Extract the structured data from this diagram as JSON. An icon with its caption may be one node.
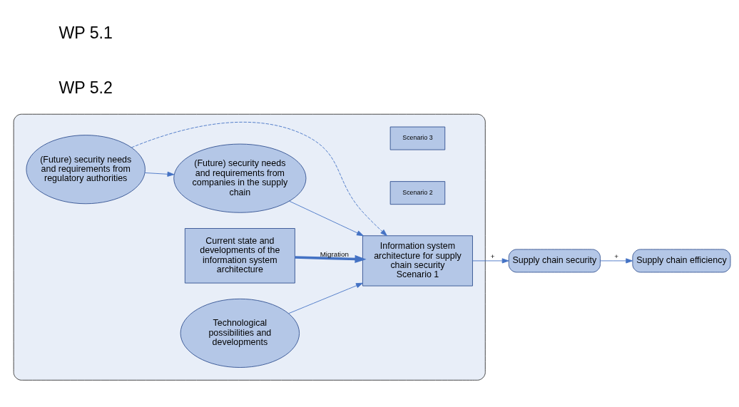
{
  "diagram": {
    "nodes": [
      {
        "text": [],
        "shape": "box"
      },
      {
        "text": [
          "(Future) security needs and requirements from regulatory authorities"
        ],
        "in": 0
      },
      {
        "text": [
          "(Future) security needs and requirements from companies in the supply chain"
        ],
        "in": 0
      },
      {
        "text": [
          "Current state and developments of the information system architecture"
        ],
        "in": 0
      },
      {
        "text": [
          "Information system architecture for supply chain security",
          "Scenario 1"
        ],
        "in": 0
      },
      {
        "text": [
          "Scenario 2"
        ],
        "in": 0
      },
      {
        "text": [
          "Scenario 3"
        ],
        "in": 0
      },
      {
        "text": [
          "Technological possibilities and developments"
        ],
        "in": 0
      },
      {
        "text": [
          "Supply chain security"
        ]
      },
      {
        "text": [
          "Supply chain efficiency"
        ]
      }
    ],
    "edges": [
      {
        "from": 1,
        "to": 2,
        "arrow": "to"
      },
      {
        "from": 1,
        "to": 4,
        "arrow": "to",
        "style": "dashed"
      },
      {
        "from": 2,
        "to": 4,
        "arrow": "to"
      },
      {
        "from": 3,
        "to": 4,
        "arrow": "to",
        "label": "Migration",
        "style": "thick"
      },
      {
        "from": 7,
        "to": 4,
        "arrow": "to"
      },
      {
        "from": 4,
        "to": 8,
        "arrow": "to",
        "label": "+"
      },
      {
        "from": 8,
        "to": 9,
        "arrow": "to",
        "label": "+"
      }
    ],
    "labels": [
      "WP 5.1",
      "WP 5.2"
    ]
  }
}
